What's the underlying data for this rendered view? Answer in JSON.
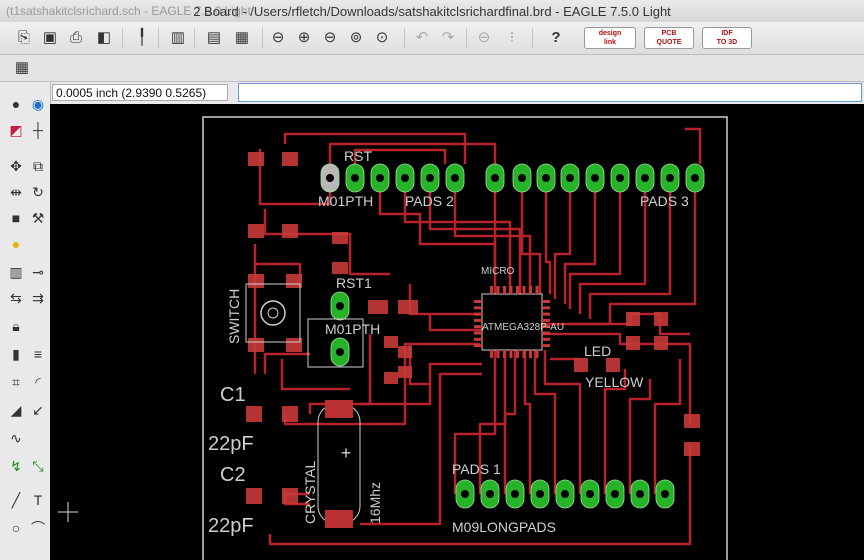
{
  "window": {
    "title": "2 Board - /Users/rfletch/Downloads/satshakitclsrichardfinal.brd - EAGLE 7.5.0 Light",
    "behind_title": "(t1satshakitclsrichard.sch - EAGLE 7.5.0 Light"
  },
  "toolbar": {
    "icons": [
      "open-icon",
      "save-icon",
      "print-icon",
      "cam-icon",
      "pin-icon",
      "grid-icon",
      "layer-icon",
      "display-icon",
      "zoom-fit-icon",
      "zoom-in-icon",
      "zoom-out-icon",
      "zoom-redraw-icon",
      "zoom-select-icon",
      "undo-icon",
      "redo-icon",
      "stop-icon",
      "go-icon",
      "help-icon"
    ],
    "badges": [
      {
        "line1": "design",
        "line2": "link"
      },
      {
        "line1": "PCB",
        "line2": "QUOTE"
      },
      {
        "line1": "IDF",
        "line2": "TO 3D"
      }
    ]
  },
  "coordinates": "0.0005 inch (2.9390 0.5265)",
  "command_input": "",
  "board_labels": {
    "rst_top": "RST",
    "m01pth": "M01PTH",
    "pads2": "PADS 2",
    "pads3": "PADS 3",
    "micro": "MICRO",
    "rst1": "RST1",
    "m01pth2": "M01PTH",
    "chip": "ATMEGA328P-AU",
    "switch": "SWITCH",
    "c1": "C1",
    "c1_val": "22pF",
    "c2": "C2",
    "c2_val": "22pF",
    "crystal": "CRYSTAL",
    "freq": "16Mhz",
    "led": "LED",
    "yellow": "YELLOW",
    "pads1": "PADS 1",
    "m09": "M09LONGPADS"
  },
  "colors": {
    "trace": "#b8232b",
    "pad": "#27b327",
    "smd": "#c83a3a",
    "silk": "#c8c8c8",
    "canvas": "#000000"
  }
}
